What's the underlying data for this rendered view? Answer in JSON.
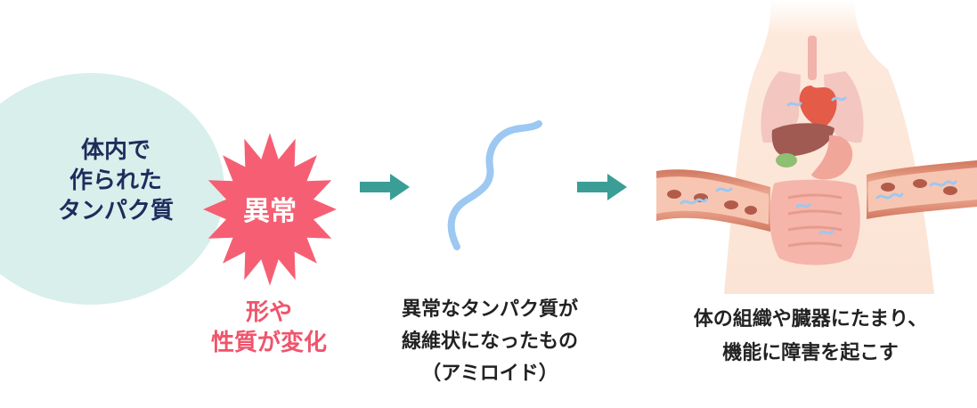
{
  "start": {
    "lines": [
      "体内で",
      "作られた",
      "タンパク質"
    ]
  },
  "abnormal": {
    "burst_label": "異常",
    "caption_lines": [
      "形や",
      "性質が変化"
    ]
  },
  "amyloid": {
    "caption_lines": [
      "異常なタンパク質が",
      "線維状になったもの",
      "（アミロイド）"
    ]
  },
  "result": {
    "caption_lines": [
      "体の組織や臓器にたまり、",
      "機能に障害を起こす"
    ]
  },
  "colors": {
    "circle": "#d8efec",
    "navy_text": "#1e2c5c",
    "burst": "#f65f73",
    "pink_text": "#f0546b",
    "arrow": "#3a9e97",
    "fiber": "#9cc8f2"
  },
  "icons": [
    "arrow-right-icon",
    "amyloid-fiber-icon",
    "human-torso-organs-icon",
    "blood-vessel-icon"
  ]
}
